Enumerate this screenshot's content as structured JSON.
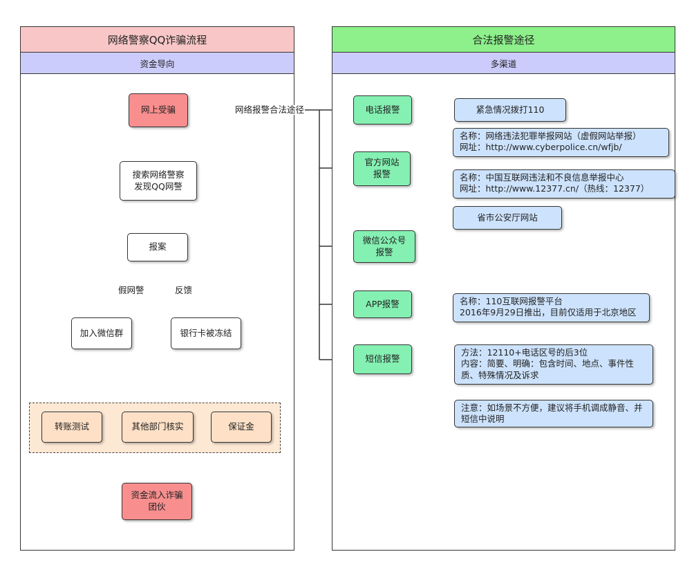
{
  "left_panel": {
    "title": "网络警察QQ诈骗流程",
    "subtitle": "资金导向",
    "nodes": {
      "cheated": "网上受骗",
      "search": "搜索网络警察\n发现QQ网警",
      "report": "报案",
      "join_wechat": "加入微信群",
      "card_frozen": "银行卡被冻结",
      "transfer_test": "转账测试",
      "other_dept": "其他部门核实",
      "deposit": "保证金",
      "funds_flow": "资金流入诈骗\n团伙"
    },
    "edge_labels": {
      "fake_police": "假网警",
      "feedback": "反馈"
    }
  },
  "connector_label": "网络报警合法途径",
  "right_panel": {
    "title": "合法报警途径",
    "subtitle": "多渠道",
    "channels": {
      "phone": "电话报警",
      "website": "官方网站\n报警",
      "wechat": "微信公众号\n报警",
      "app": "APP报警",
      "sms": "短信报警"
    },
    "details": {
      "emergency": "紧急情况拨打110",
      "cyberpolice": "名称：网络违法犯罪举报网站（虚假网站举报）\n网址：http://www.cyberpolice.cn/wfjb/",
      "center_12377": "名称：中国互联网违法和不良信息举报中心\n网址：http://www.12377.cn/（热线：12377）",
      "provincial": "省市公安厅网站",
      "app_platform": "名称：110互联网报警平台\n2016年9月29日推出，目前仅适用于北京地区",
      "sms_method": "方法：12110+电话区号的后3位\n内容：简要、明确：包含时间、地点、事件性质、特殊情况及诉求",
      "sms_note": "注意：如场景不方便，建议将手机调成静音、并短信中说明"
    }
  },
  "colors": {
    "left_title_bg": "#f8c6c6",
    "right_title_bg": "#8df08a",
    "subtitle_bg": "#ccccfc",
    "red_node": "#f88e8e",
    "green_node": "#84f0b2",
    "blue_node": "#cde3fd",
    "peach_group": "#fde8d4"
  }
}
